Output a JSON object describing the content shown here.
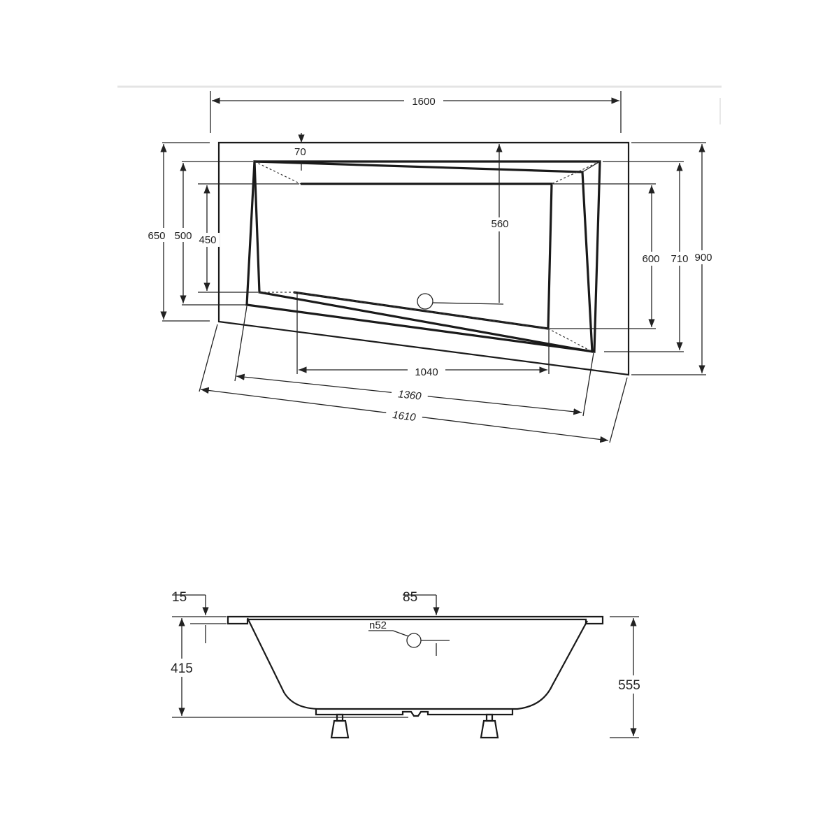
{
  "top_view": {
    "overall_width": "1600",
    "rim_width": "70",
    "depth_left_outer": "650",
    "depth_left_mid": "500",
    "depth_left_inner": "450",
    "bottom_length": "560",
    "depth_right_inner": "600",
    "depth_right_mid": "710",
    "depth_right_outer": "900",
    "floor_length": "1040",
    "inner_length": "1360",
    "outer_length": "1610"
  },
  "side_view": {
    "rim_thickness": "15",
    "rim_top": "85",
    "drain_label": "n52",
    "inner_depth": "415",
    "total_height": "555"
  }
}
